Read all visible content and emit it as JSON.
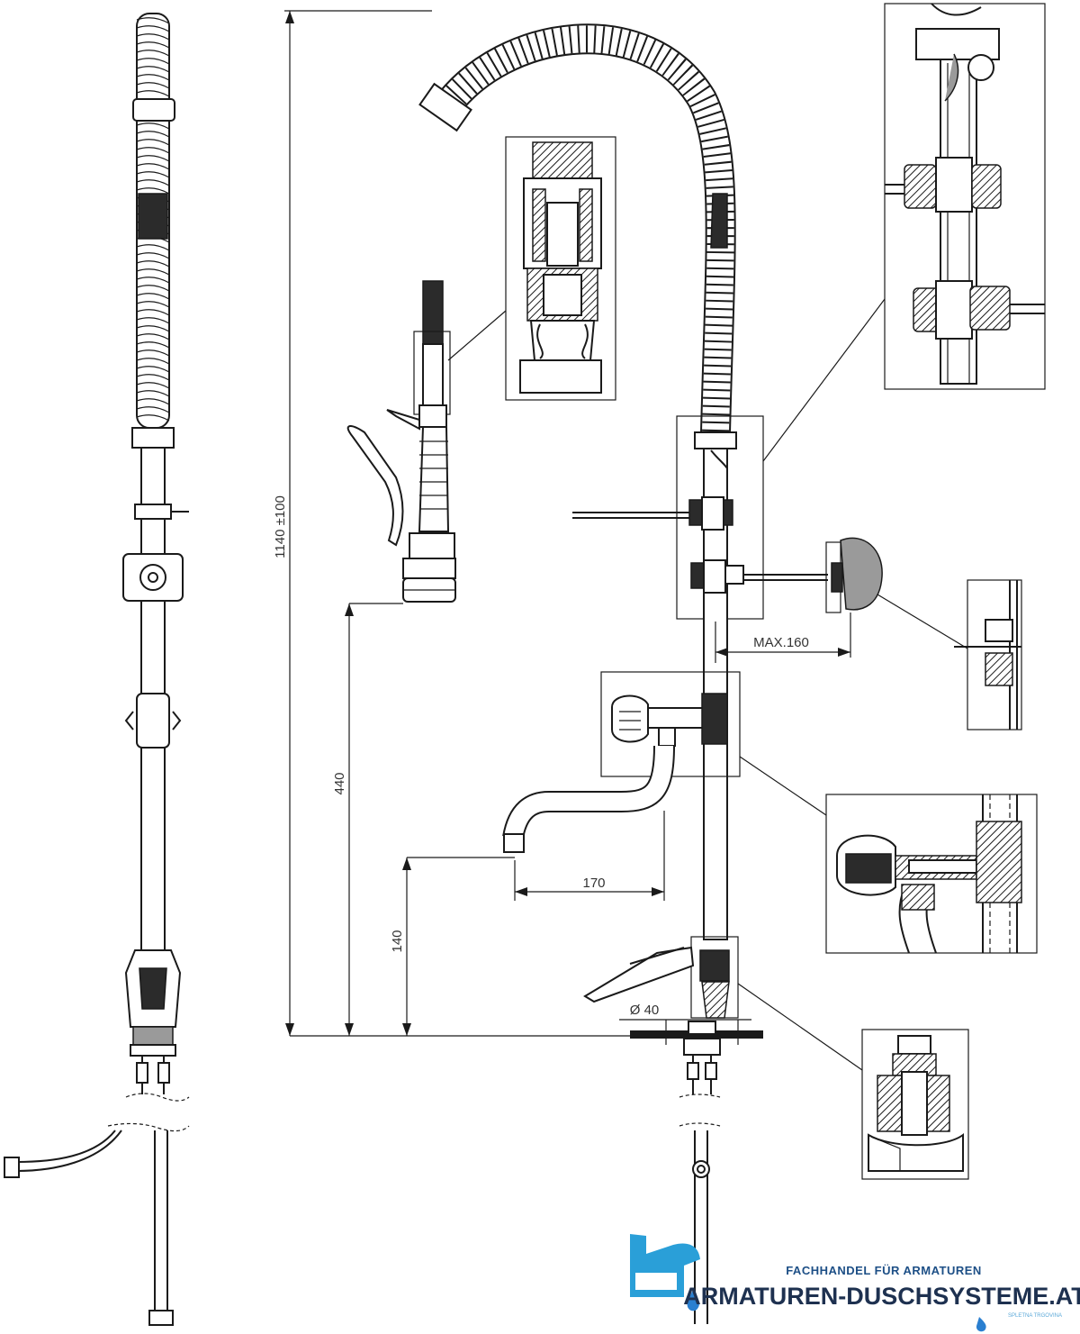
{
  "dimensions": {
    "total_height": "1140 ±100",
    "spray_height": "440",
    "spout_height": "140",
    "spout_reach": "170",
    "wall_max": "MAX.160",
    "hole_diameter": "Ø 40"
  },
  "logo": {
    "tagline": "FACHHANDEL FÜR ARMATUREN",
    "name": "ARMATUREN-DUSCHSYSTEME.AT",
    "subtext": "SPLETNA TRGOVINA",
    "colors": {
      "primary": "#1e3150",
      "accent": "#2a9fd8",
      "drop": "#2a7fd0"
    }
  }
}
